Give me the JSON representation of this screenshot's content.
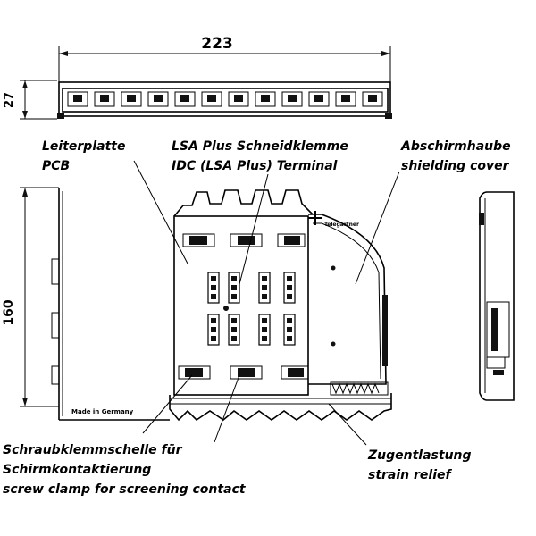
{
  "dimensions": {
    "width": "223",
    "panel_height": "27",
    "height": "160"
  },
  "labels": {
    "pcb_de": "Leiterplatte",
    "pcb_en": "PCB",
    "lsa_de": "LSA Plus Schneidklemme",
    "lsa_en": "IDC (LSA Plus) Terminal",
    "cover_de": "Abschirmhaube",
    "cover_en": "shielding cover",
    "clamp_de_1": "Schraubklemmschelle für",
    "clamp_de_2": "Schirmkontaktierung",
    "clamp_en": "screw clamp for screening contact",
    "strain_de": "Zugentlastung",
    "strain_en": "strain relief"
  },
  "logos": {
    "brand": "Telegärtner",
    "made_in": "Made in Germany"
  }
}
